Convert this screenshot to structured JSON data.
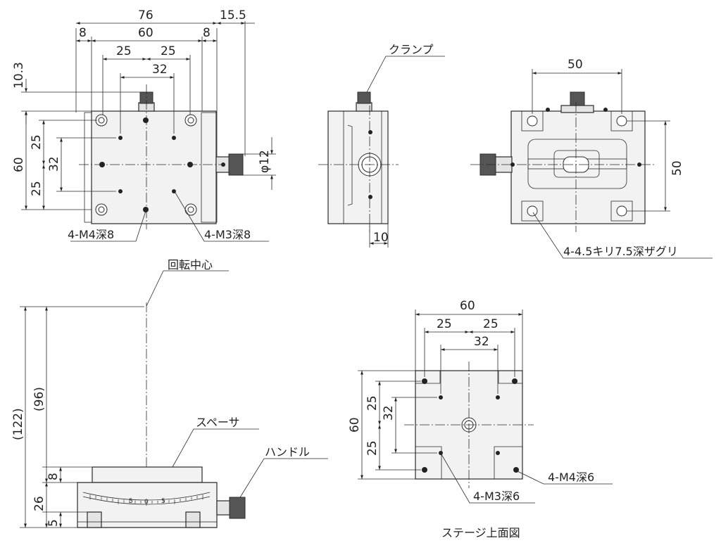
{
  "top_view": {
    "dim_76": "76",
    "dim_15_5": "15.5",
    "dim_8_left": "8",
    "dim_60": "60",
    "dim_8_right": "8",
    "dim_25_left": "25",
    "dim_25_right": "25",
    "dim_32": "32",
    "dim_10_3": "10.3",
    "dim_60_v": "60",
    "dim_25_top": "25",
    "dim_32_v": "32",
    "dim_25_bottom": "25",
    "dim_phi12": "φ12",
    "label_m4": "4-M4深8",
    "label_m3": "4-M3深8"
  },
  "side_view": {
    "label_clamp": "クランプ",
    "dim_10": "10"
  },
  "bottom_view": {
    "dim_50_h": "50",
    "dim_50_v": "50",
    "label_counterbore": "4-4.5キリ7.5深ザグリ"
  },
  "front_view": {
    "label_rotation_center": "回転中心",
    "dim_122": "(122)",
    "dim_96": "(96)",
    "label_spacer": "スペーサ",
    "label_handle": "ハンドル",
    "dim_8": "8",
    "dim_26": "26",
    "dim_5": "5",
    "scale_left": "5",
    "scale_center": "0",
    "scale_right": "5"
  },
  "stage_top_view": {
    "dim_60": "60",
    "dim_25_left": "25",
    "dim_25_right": "25",
    "dim_32": "32",
    "dim_60_v": "60",
    "dim_25_top": "25",
    "dim_32_v": "32",
    "dim_25_bottom": "25",
    "label_m3": "4-M3深6",
    "label_m4": "4-M4深6",
    "caption": "ステージ上面図"
  }
}
